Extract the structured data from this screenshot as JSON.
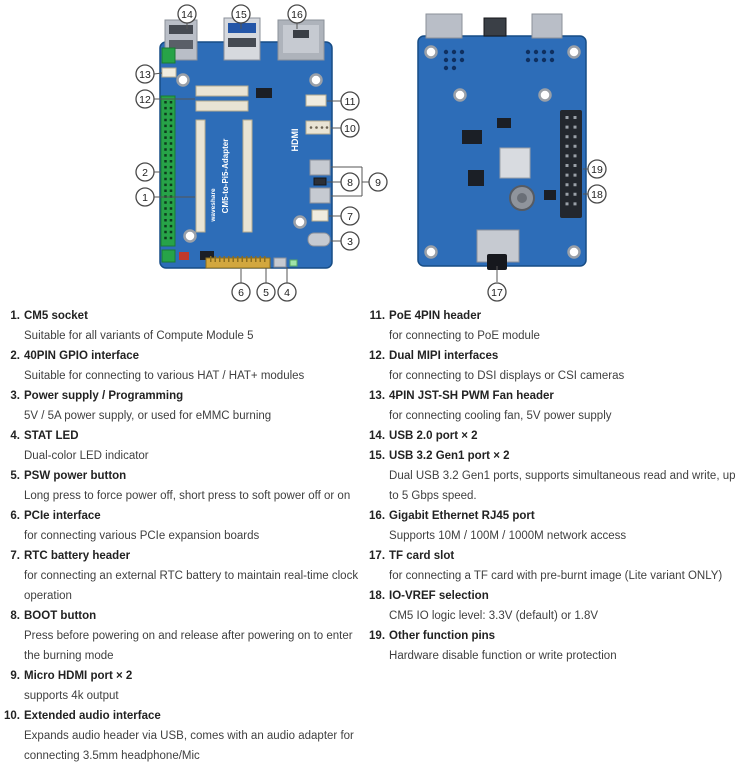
{
  "figure": {
    "left_board": {
      "name": "CM5-to-Pi5-Adapter",
      "hdmi": "HDMI",
      "brand": "waveshare"
    },
    "callouts": {
      "c1": "1",
      "c2": "2",
      "c3": "3",
      "c4": "4",
      "c5": "5",
      "c6": "6",
      "c7": "7",
      "c8": "8",
      "c9": "9",
      "c10": "10",
      "c11": "11",
      "c12": "12",
      "c13": "13",
      "c14": "14",
      "c15": "15",
      "c16": "16",
      "c17": "17",
      "c18": "18",
      "c19": "19"
    }
  },
  "legend": {
    "left": [
      {
        "num": "1.",
        "title": "CM5 socket",
        "desc": "Suitable for all variants of Compute Module 5"
      },
      {
        "num": "2.",
        "title": "40PIN GPIO interface",
        "desc": "Suitable for connecting to various HAT / HAT+ modules"
      },
      {
        "num": "3.",
        "title": "Power supply / Programming",
        "desc": "5V / 5A power supply, or used for eMMC burning"
      },
      {
        "num": "4.",
        "title": "STAT LED",
        "desc": "Dual-color LED indicator"
      },
      {
        "num": "5.",
        "title": "PSW power button",
        "desc": "Long press to force power off, short press to soft power off or on"
      },
      {
        "num": "6.",
        "title": "PCIe interface",
        "desc": "for connecting various PCIe expansion boards"
      },
      {
        "num": "7.",
        "title": "RTC battery header",
        "desc": "for connecting an external RTC battery to maintain real-time clock operation"
      },
      {
        "num": "8.",
        "title": "BOOT button",
        "desc": "Press before powering on and release after powering on to enter the burning mode"
      },
      {
        "num": "9.",
        "title": "Micro HDMI port × 2",
        "desc": "supports 4k output"
      },
      {
        "num": "10.",
        "title": "Extended audio interface",
        "desc": "Expands audio header via USB, comes with an audio adapter for connecting 3.5mm headphone/Mic"
      }
    ],
    "right": [
      {
        "num": "11.",
        "title": "PoE 4PIN header",
        "desc": "for connecting to PoE module"
      },
      {
        "num": "12.",
        "title": "Dual MIPI interfaces",
        "desc": "for connecting to DSI displays or CSI cameras"
      },
      {
        "num": "13.",
        "title": "4PIN JST-SH PWM Fan header",
        "desc": "for connecting cooling fan, 5V power supply"
      },
      {
        "num": "14.",
        "title": "USB 2.0 port × 2",
        "desc": ""
      },
      {
        "num": "15.",
        "title": "USB 3.2 Gen1 port × 2",
        "desc": "Dual USB 3.2 Gen1 ports, supports simultaneous read and write, up to 5 Gbps speed."
      },
      {
        "num": "16.",
        "title": "Gigabit Ethernet RJ45 port",
        "desc": "Supports 10M / 100M / 1000M network access"
      },
      {
        "num": "17.",
        "title": "TF card slot",
        "desc": "for connecting a TF card with pre-burnt image (Lite variant ONLY)"
      },
      {
        "num": "18.",
        "title": "IO-VREF selection",
        "desc": "CM5 IO logic level: 3.3V (default) or 1.8V"
      },
      {
        "num": "19.",
        "title": "Other function pins",
        "desc": "Hardware disable function or write protection"
      }
    ]
  }
}
